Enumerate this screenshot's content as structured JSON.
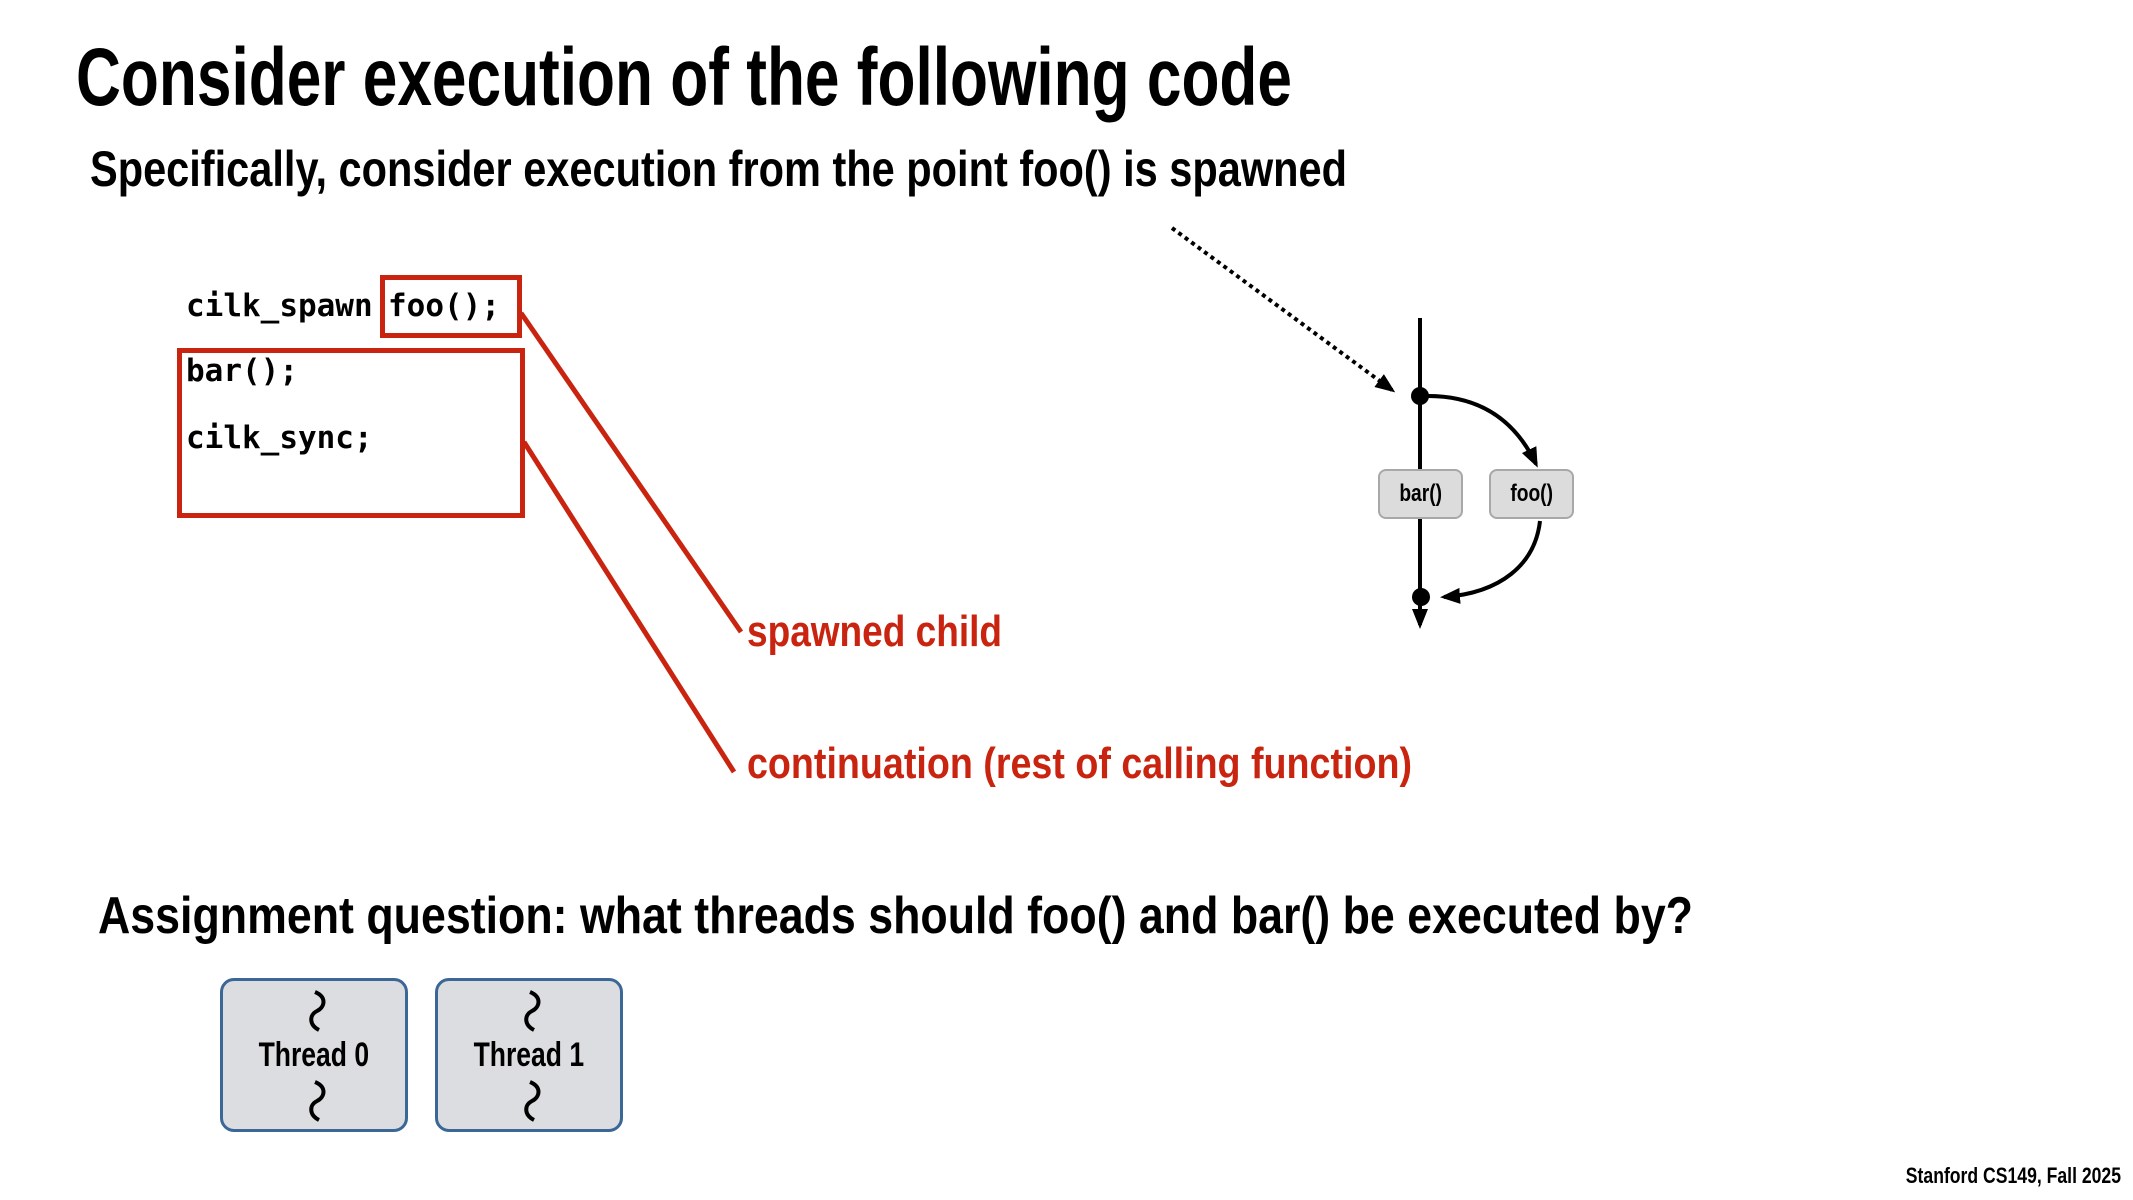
{
  "slide": {
    "title": "Consider execution of the following code",
    "subtitle": "Specifically, consider execution from the point foo() is spawned",
    "code": {
      "line1_keyword": "cilk_spawn",
      "line1_call": "foo();",
      "line2": "bar();",
      "line3": "cilk_sync;"
    },
    "annotations": {
      "spawned_child": "spawned child",
      "continuation": "continuation (rest of calling function)"
    },
    "diagram": {
      "bar_label": "bar()",
      "foo_label": "foo()"
    },
    "question": "Assignment question: what threads should foo() and bar() be executed by?",
    "threads": [
      {
        "label": "Thread 0"
      },
      {
        "label": "Thread 1"
      }
    ],
    "footer": "Stanford CS149, Fall 2025"
  },
  "colors": {
    "accent_red": "#c8240f",
    "thread_border": "#3b6796",
    "thread_fill": "#dcdde0",
    "node_fill": "#dcdcdc"
  }
}
